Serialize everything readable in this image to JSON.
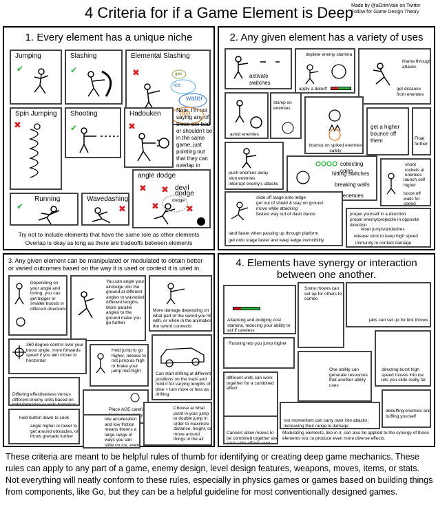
{
  "title": "4 Criteria for if a Game Element is Deep",
  "credit": {
    "line1": "Made by @aGrimVale on Twitter",
    "line2": "Follow for Game Design Theory"
  },
  "q1": {
    "title": "1. Every element has a unique niche",
    "panels": {
      "jumping": "Jumping",
      "slashing": "Slashing",
      "elemental": "Elemental Slashing",
      "spin": "Spin Jumping",
      "shooting": "Shooting",
      "hadouken": "Hadouken",
      "running": "Running",
      "wavedashing": "Wavedashing",
      "angle_dodge": "angle dodge",
      "devil_dodge": "devil dodge",
      "dodge_small": "dodge"
    },
    "elements": {
      "gas": "gas",
      "ice": "ice",
      "water": "water",
      "fire": "fire"
    },
    "note": "Note: I'm not saying any of these are bad or shouldn't be in the same game, just pointing out that they can overlap in niche",
    "foot1": "Try not to include elements that have the same role as other elements",
    "foot2": "Overlap is okay as long as there are tradeoffs between elements"
  },
  "q2": {
    "title": "2. Any given element has a variety of uses",
    "labels": {
      "activate": "activate switches",
      "deplete": "deplete enemy stamina",
      "debuff": "apply a debuff",
      "iframe": "iframe through attacks",
      "distance": "get distance from enemies",
      "avoid": "avoid enemies",
      "stomp": "stomp on enemies",
      "bounce_spike": "bounce on spiked enemies safely",
      "higher_bounce": "get a higher bounce off them",
      "float": "Float further",
      "push": "push enemies away",
      "stun": "stun enemies",
      "interrupt": "interrupt enemy's attacks",
      "coins": "collecting coins",
      "hit_switches": "hitting switches",
      "break_walls": "breaking walls",
      "hit_enemies": "hitting enemies",
      "rockets": "shoot rockets at enemies",
      "launch": "launch self higher",
      "boost_walls": "boost off walls for speed",
      "slide_off": "slide off stage onto ledge",
      "get_out": "get out of shield & stay on ground",
      "move_attack": "move while attacking",
      "fastest": "fastest way out of dash dance",
      "land_faster": "land faster when passing up through platform",
      "get_onto": "get onto stage faster and keep ledge invincibility",
      "propel": "propel yourself in a direction",
      "propel_enemy": "propel enemy/projectile in opposite direction",
      "reset": "reset jumps/airdashes",
      "release": "release stick to keep high speed",
      "immunity": "immunity to contact damage"
    }
  },
  "q3": {
    "title": "3. Any given element can be manipulated or modulated to obtain better or varied outcomes based on the way it is used or context it is used in.",
    "t_boost": "Depending on your angle and timing, you can get bigger or smaller boosts in different directions",
    "t_airdodge": "You can angle your airdodge into the ground at different angles to wavedash different lengths. More parallel angles to the ground make you go further",
    "t_sword": "More damage depending on what part of the sword you hit with, or when in the animation the sword connects",
    "t_360": "360 degree control over your boost angle, more forwards speed if you aim closer to horizontal",
    "t_hold": "Hold jump to go higher, release to not jump as high or brake your jump mid-flight",
    "t_drift": "Can start drifting at different positions on the track and hold it for varying lengths of time + turn more or less as drifting",
    "t_aoe_diff": "Differing effectiveness versus different enemy units based on tight formation or wide formation",
    "t_aoe": "Place AOE carefully to cover as many enemies as possible",
    "t_cook": "hold button down to cook",
    "t_angle": "angle higher or lower to get around obstacles, or throw grenade further",
    "t_ice": "low acceleration and low friction means there's a large range of ways you can slide on ice, even if it feels weird",
    "t_rope": "Choose at what point in your jump to double jump in order to maximize distance, height, or move around things in the air"
  },
  "q4": {
    "title": "4. Elements have synergy or interaction between one another.",
    "t_stamina": "Attacking and dodging cost stamina, reducing your ability to act if careless",
    "t_setup": "Some moves can set up for others to combo",
    "t_jabs": "jabs can set up for tick throws",
    "t_running": "Running lets you jump higher",
    "t_units": "different units can work together for a combined effect",
    "t_resource": "One ability can generate resources that another ability uses",
    "t_burst": "directing burst high speed moves into ice lets you slide really far",
    "t_momentum": "run momentum can carry over into attacks, increasing their range & damage",
    "t_debuff": "debuffing enemies and buffing yourself",
    "t_cancel": "Cancels allow moves to be combined together and carry side-effects over",
    "foot": "Modulating elements, like in 3, can also be applied to the synergy of those elements too, to produce even more diverse effects."
  },
  "footer": "These criteria are meant to be helpful rules of thumb for identifying or creating deep game mechanics. These rules can apply to any part of a game, enemy design, level design features, weapons, moves, items, or stats. Not everything will neatly conform to these rules, especially in physics games or games based on building things from components, like Go, but they can be a helpful guideline for most conventionally designed games.",
  "colors": {
    "check": "#2db43a",
    "cross": "#d92323",
    "water": "#2e6ed1",
    "fire": "#e07a1c",
    "ice": "#55aee8",
    "gas": "#9aa34a"
  }
}
